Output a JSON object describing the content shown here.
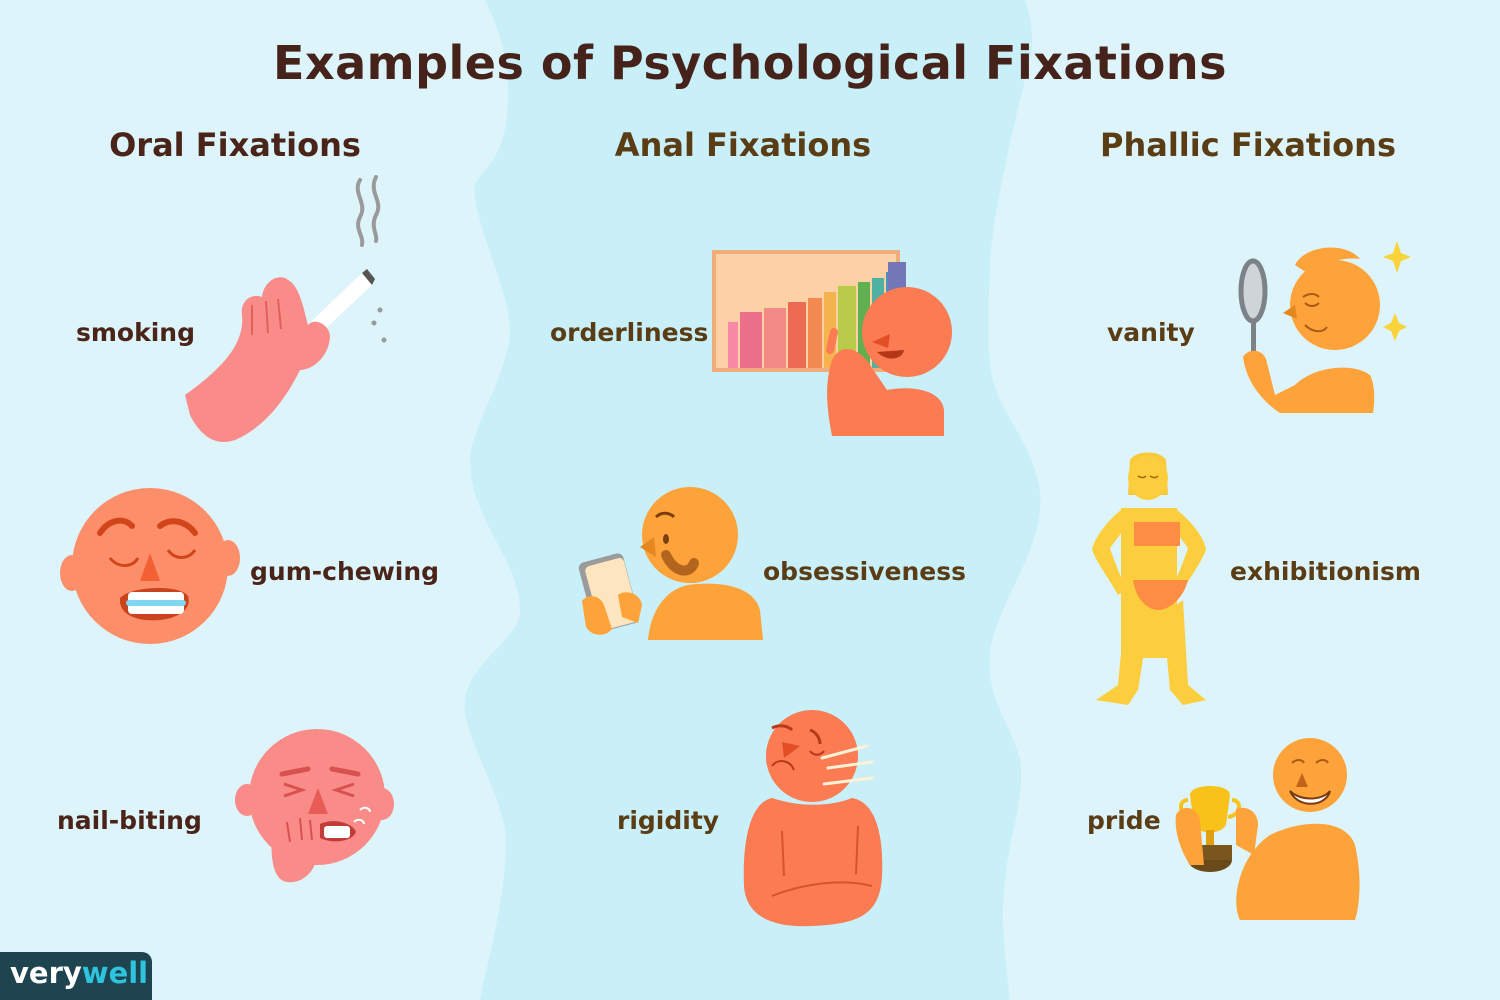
{
  "title": "Examples of Psychological Fixations",
  "colors": {
    "background_outer": "#dcf4fa",
    "background_center": "#c9eff8",
    "title_text": "#46231a",
    "oral_text": "#4a2418",
    "anal_phallic_text": "#5a3d14",
    "brand_bg": "#1e4450",
    "brand_accent": "#2ec4dd"
  },
  "columns": [
    {
      "heading": "Oral Fixations",
      "items": [
        {
          "label": "smoking",
          "illustration": "hand-holding-cigarette-icon"
        },
        {
          "label": "gum-chewing",
          "illustration": "face-chewing-gum-icon"
        },
        {
          "label": "nail-biting",
          "illustration": "face-biting-nails-icon"
        }
      ]
    },
    {
      "heading": "Anal Fixations",
      "items": [
        {
          "label": "orderliness",
          "illustration": "person-arranging-books-icon"
        },
        {
          "label": "obsessiveness",
          "illustration": "person-staring-at-phone-icon"
        },
        {
          "label": "rigidity",
          "illustration": "person-arms-crossed-icon"
        }
      ]
    },
    {
      "heading": "Phallic Fixations",
      "items": [
        {
          "label": "vanity",
          "illustration": "person-with-mirror-icon"
        },
        {
          "label": "exhibitionism",
          "illustration": "woman-in-bikini-posing-icon"
        },
        {
          "label": "pride",
          "illustration": "person-holding-trophy-icon"
        }
      ]
    }
  ],
  "brand": {
    "part1": "very",
    "part2": "well"
  }
}
